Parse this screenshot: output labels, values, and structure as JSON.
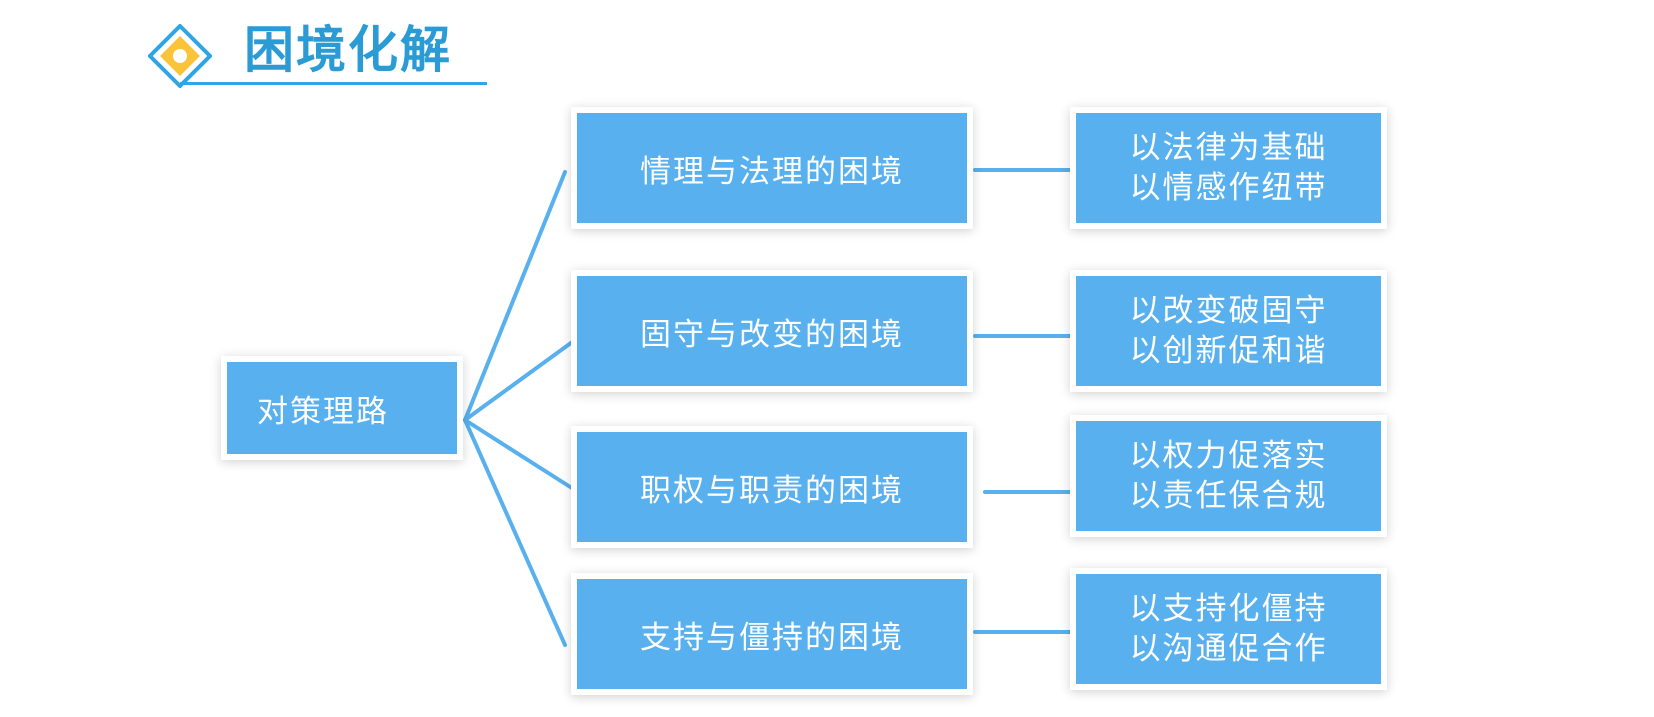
{
  "header": {
    "title": "困境化解",
    "icon": "diamond-circle-icon",
    "colors": {
      "title": "#2b9bd6",
      "diamond_border": "#2fa6e3",
      "diamond_fill": "#f9c43a",
      "box_fill": "#58b0ef",
      "connector": "#58b0ef"
    }
  },
  "root": {
    "label": "对策理路"
  },
  "branches": [
    {
      "dilemma": "情理与法理的困境",
      "solution_line1": "以法律为基础",
      "solution_line2": "以情感作纽带"
    },
    {
      "dilemma": "固守与改变的困境",
      "solution_line1": "以改变破固守",
      "solution_line2": "以创新促和谐"
    },
    {
      "dilemma": "职权与职责的困境",
      "solution_line1": "以权力促落实",
      "solution_line2": "以责任保合规"
    },
    {
      "dilemma": "支持与僵持的困境",
      "solution_line1": "以支持化僵持",
      "solution_line2": "以沟通促合作"
    }
  ]
}
